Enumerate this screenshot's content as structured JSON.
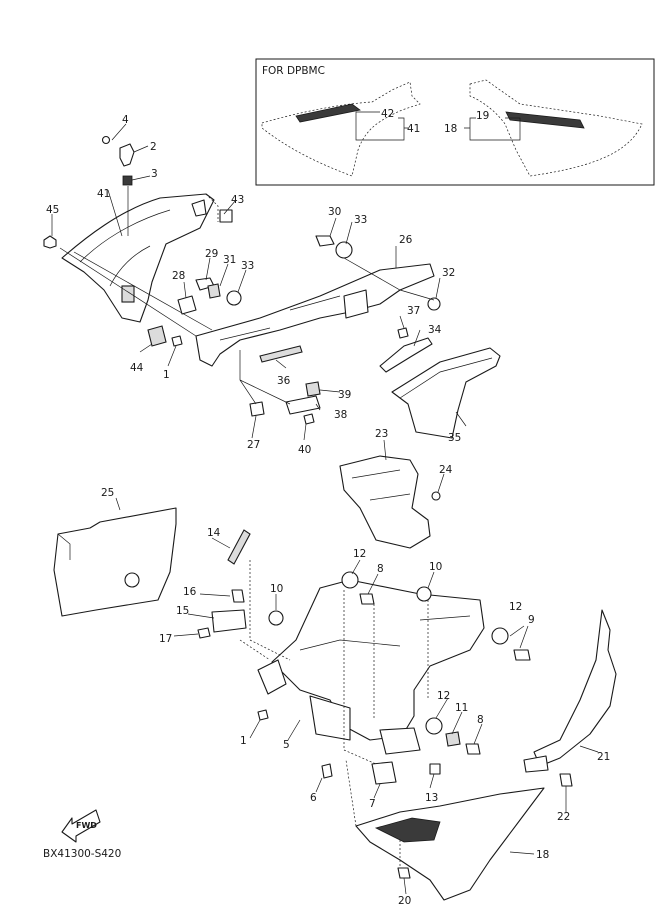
{
  "inset_title": "FOR DPBMC",
  "diagram_code": "BX41300-S420",
  "fwd_label": "FWD",
  "callouts": [
    "1",
    "2",
    "3",
    "4",
    "5",
    "6",
    "7",
    "8",
    "9",
    "10",
    "11",
    "12",
    "13",
    "14",
    "15",
    "16",
    "17",
    "18",
    "19",
    "20",
    "21",
    "22",
    "23",
    "24",
    "25",
    "26",
    "27",
    "28",
    "29",
    "30",
    "31",
    "32",
    "33",
    "34",
    "35",
    "36",
    "37",
    "38",
    "39",
    "40",
    "41",
    "42",
    "43",
    "44",
    "45"
  ]
}
